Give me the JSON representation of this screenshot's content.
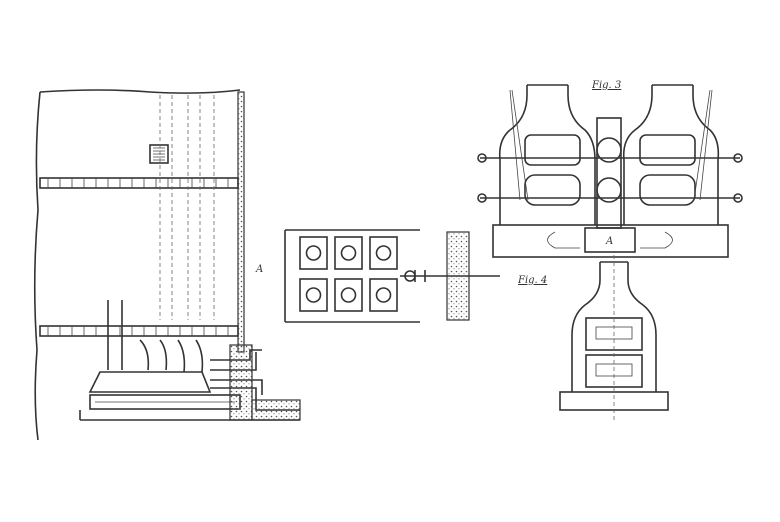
{
  "figures": {
    "fig3_label": "Fig. 3",
    "fig4_label": "Fig. 4",
    "chamber_label": "A",
    "section_marker": "A"
  }
}
